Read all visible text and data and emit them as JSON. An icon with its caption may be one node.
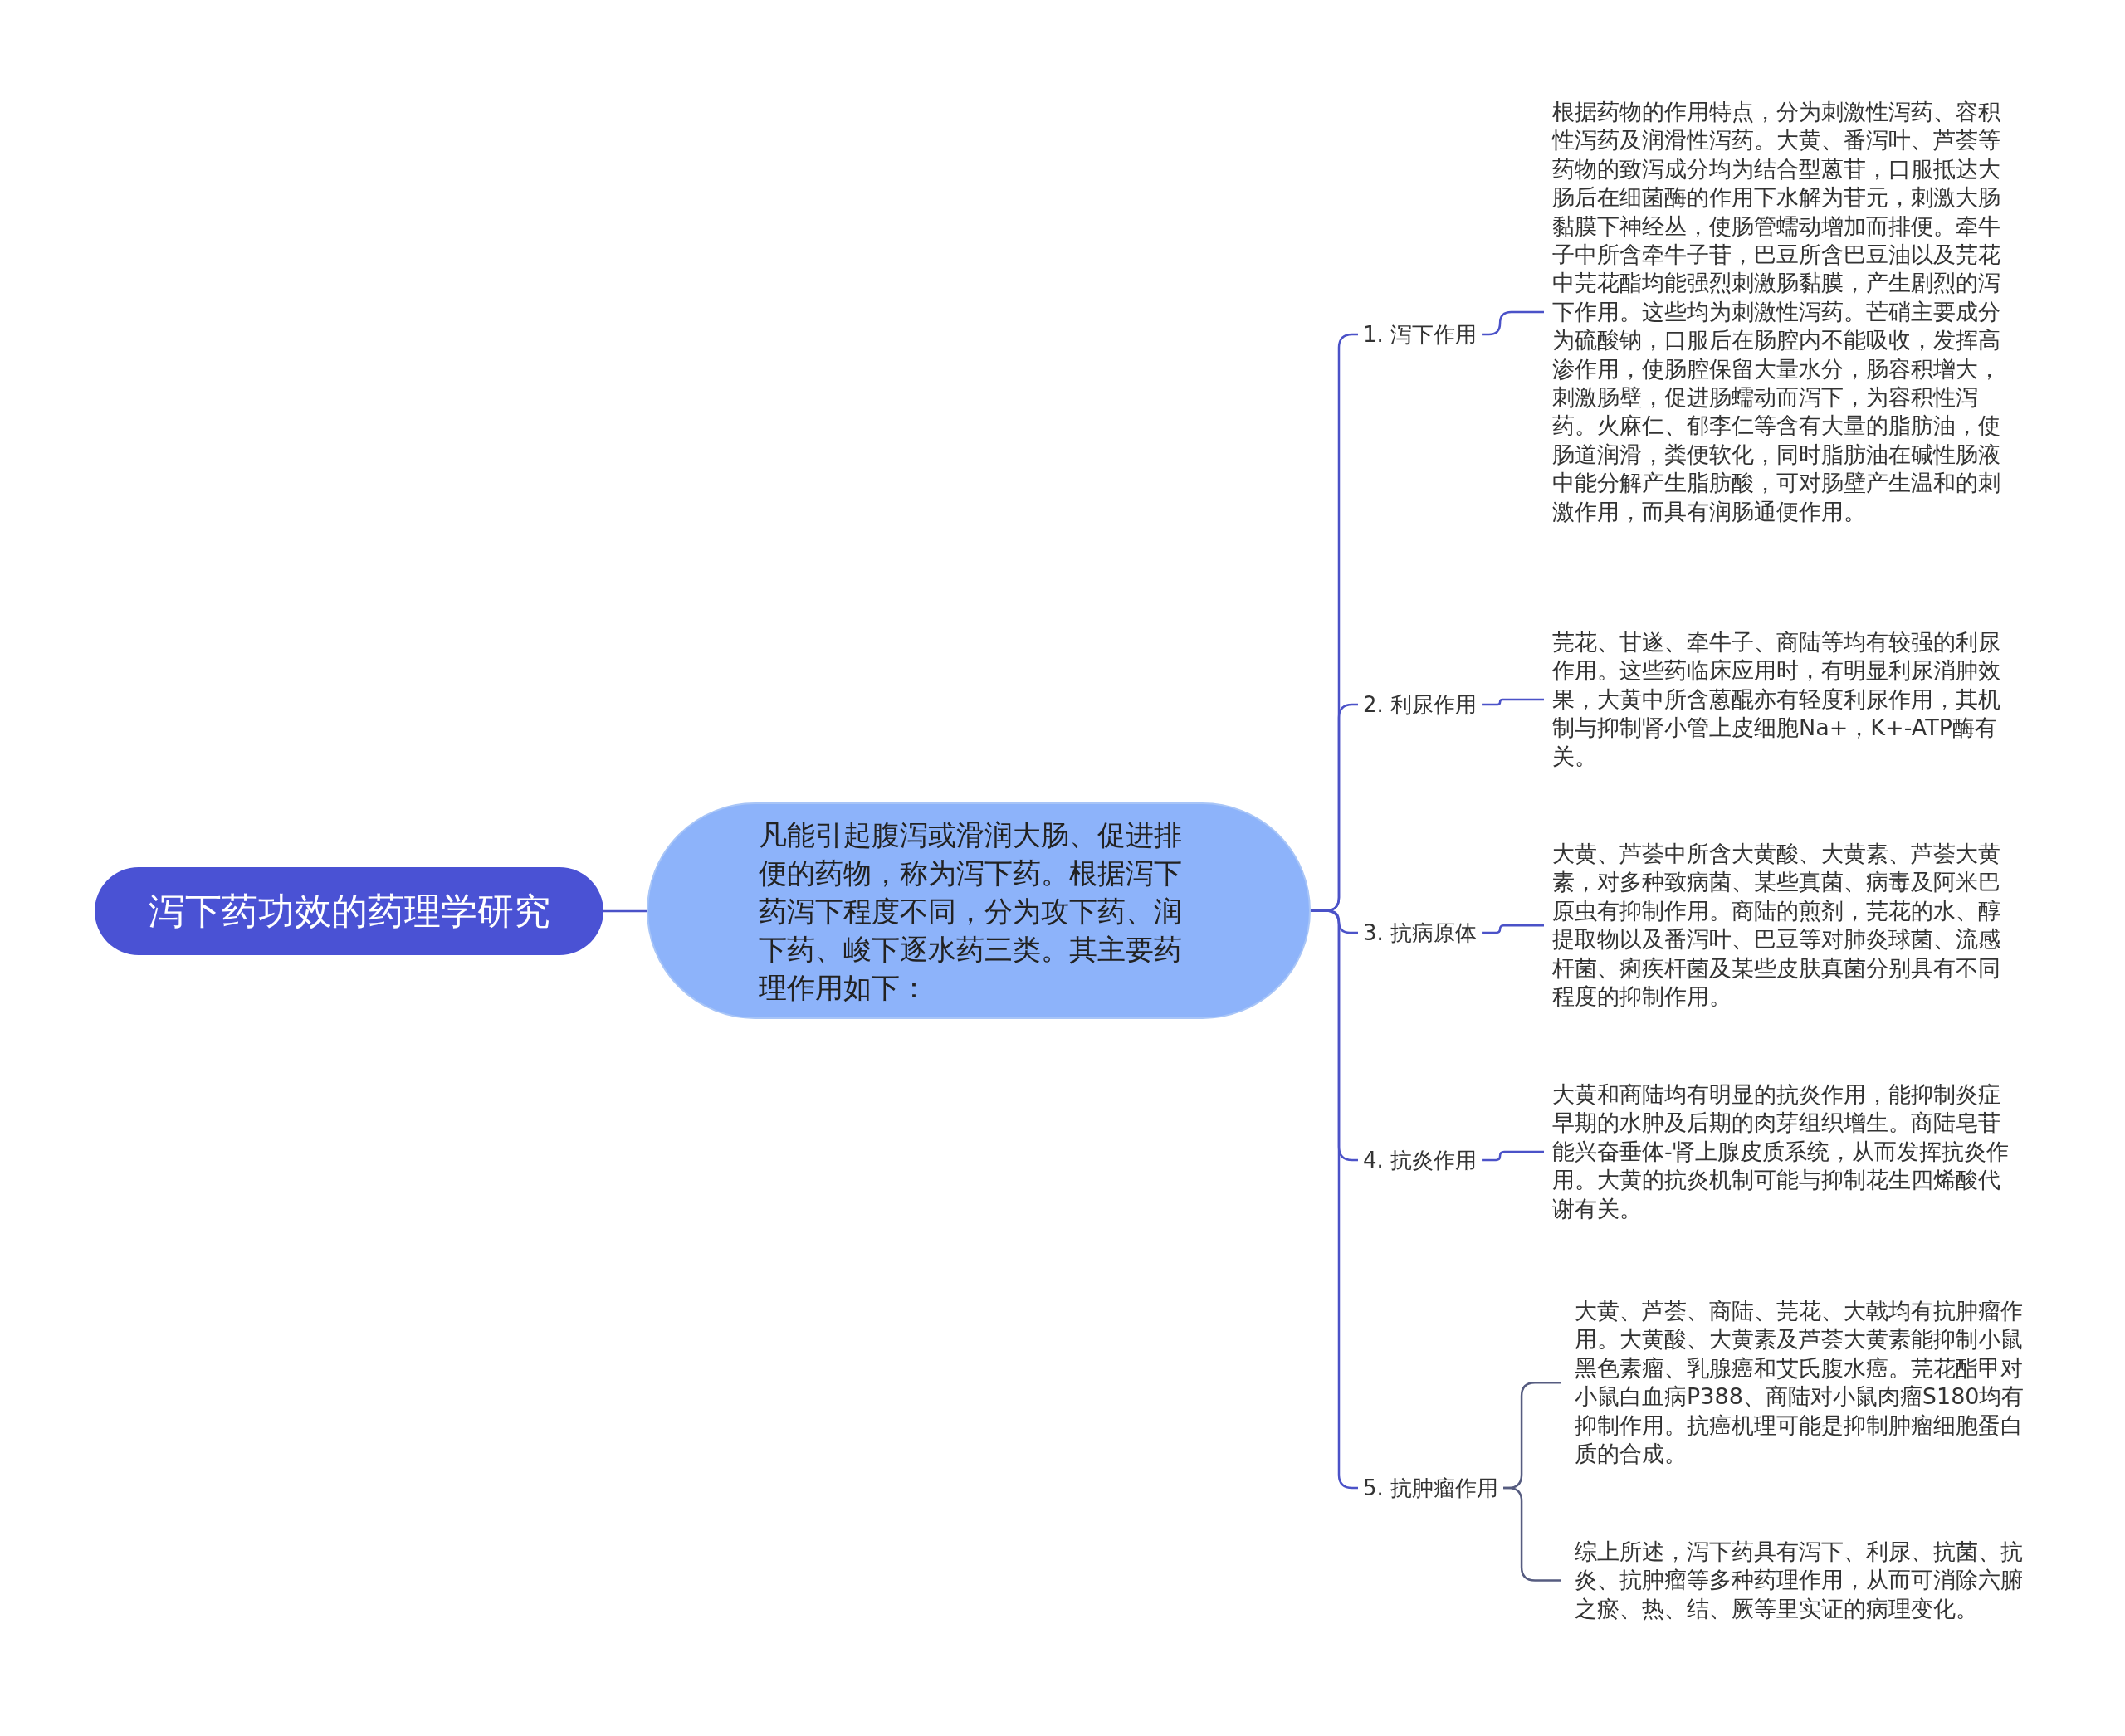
{
  "diagram": {
    "nodes": [
      {
        "text": [
          "泻下药功效的药理学研究"
        ]
      },
      {
        "text": [
          "凡能引起腹泻或滑润大肠、促进排便的药物，称为泻下药。根据泻下药泻下程度不同，分为攻下药、润下药、峻下逐水药三类。其主要药理作用如下："
        ]
      },
      {
        "text": [
          "1. 泻下作用"
        ]
      },
      {
        "text": [
          "2. 利尿作用"
        ]
      },
      {
        "text": [
          "3. 抗病原体"
        ]
      },
      {
        "text": [
          "4. 抗炎作用"
        ]
      },
      {
        "text": [
          "5. 抗肿瘤作用"
        ]
      },
      {
        "text": [
          "根据药物的作用特点，分为刺激性泻药、容积性泻药及润滑性泻药。大黄、番泻叶、芦荟等药物的致泻成分均为结合型蒽苷，口服抵达大肠后在细菌酶的作用下水解为苷元，刺激大肠黏膜下神经丛，使肠管蠕动增加而排便。牵牛子中所含牵牛子苷，巴豆所含巴豆油以及芫花中芫花酯均能强烈刺激肠黏膜，产生剧烈的泻下作用。这些均为刺激性泻药。芒硝主要成分为硫酸钠，口服后在肠腔内不能吸收，发挥高渗作用，使肠腔保留大量水分，肠容积增大，刺激肠壁，促进肠蠕动而泻下，为容积性泻药。火麻仁、郁李仁等含有大量的脂肪油，使肠道润滑，粪便软化，同时脂肪油在碱性肠液中能分解产生脂肪酸，可对肠壁产生温和的刺激作用，而具有润肠通便作用。"
        ]
      },
      {
        "text": [
          "芫花、甘遂、牵牛子、商陆等均有较强的利尿作用。这些药临床应用时，有明显利尿消肿效果，大黄中所含蒽醌亦有轻度利尿作用，其机制与抑制肾小管上皮细胞Na+，K+-ATP酶有关。"
        ]
      },
      {
        "text": [
          "大黄、芦荟中所含大黄酸、大黄素、芦荟大黄素，对多种致病菌、某些真菌、病毒及阿米巴原虫有抑制作用。商陆的煎剂，芫花的水、醇提取物以及番泻叶、巴豆等对肺炎球菌、流感杆菌、痢疾杆菌及某些皮肤真菌分别具有不同程度的抑制作用。"
        ]
      },
      {
        "text": [
          "大黄和商陆均有明显的抗炎作用，能抑制炎症早期的水肿及后期的肉芽组织增生。商陆皂苷能兴奋垂体-肾上腺皮质系统，从而发挥抗炎作用。大黄的抗炎机制可能与抑制花生四烯酸代谢有关。"
        ]
      },
      {
        "text": [
          "大黄、芦荟、商陆、芫花、大戟均有抗肿瘤作用。大黄酸、大黄素及芦荟大黄素能抑制小鼠黑色素瘤、乳腺癌和艾氏腹水癌。芫花酯甲对小鼠白血病P388、商陆对小鼠肉瘤S180均有抑制作用。抗癌机理可能是抑制肿瘤细胞蛋白质的合成。"
        ]
      },
      {
        "text": [
          "综上所述，泻下药具有泻下、利尿、抗菌、抗炎、抗肿瘤等多种药理作用，从而可消除六腑之瘀、热、结、厥等里实证的病理变化。"
        ]
      }
    ],
    "edges": [
      {
        "from": 0,
        "to": 1,
        "arrow": "none"
      },
      {
        "from": 1,
        "to": 2,
        "arrow": "none"
      },
      {
        "from": 1,
        "to": 3,
        "arrow": "none"
      },
      {
        "from": 1,
        "to": 4,
        "arrow": "none"
      },
      {
        "from": 1,
        "to": 5,
        "arrow": "none"
      },
      {
        "from": 1,
        "to": 6,
        "arrow": "none"
      },
      {
        "from": 2,
        "to": 7,
        "arrow": "none"
      },
      {
        "from": 3,
        "to": 8,
        "arrow": "none"
      },
      {
        "from": 4,
        "to": 9,
        "arrow": "none"
      },
      {
        "from": 5,
        "to": 10,
        "arrow": "none"
      },
      {
        "from": 6,
        "to": 11,
        "arrow": "none",
        "color": "#565c80"
      },
      {
        "from": 6,
        "to": 12,
        "arrow": "none",
        "color": "#565c80"
      }
    ]
  }
}
